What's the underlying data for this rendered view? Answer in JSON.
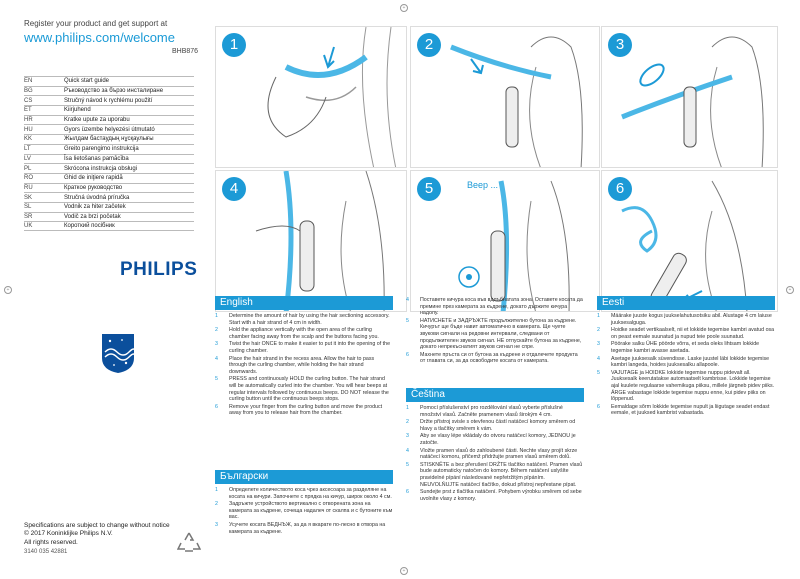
{
  "header": {
    "register": "Register your product and get support at",
    "url": "www.philips.com/welcome",
    "model": "BHB876"
  },
  "languages": [
    {
      "code": "EN",
      "title": "Quick start guide"
    },
    {
      "code": "BG",
      "title": "Ръководство за бързо инсталиране"
    },
    {
      "code": "CS",
      "title": "Stručný návod k rychlému použití"
    },
    {
      "code": "ET",
      "title": "Kiirjuhend"
    },
    {
      "code": "HR",
      "title": "Kratke upute za uporabu"
    },
    {
      "code": "HU",
      "title": "Gyors üzembe helyezési útmutató"
    },
    {
      "code": "KK",
      "title": "Жылдам бастаудың нұсқаулығы"
    },
    {
      "code": "LT",
      "title": "Greito parengimo instrukcija"
    },
    {
      "code": "LV",
      "title": "Īsa lietošanas pamācība"
    },
    {
      "code": "PL",
      "title": "Skrócona instrukcja obsługi"
    },
    {
      "code": "RO",
      "title": "Ghid de iniţiere rapidă"
    },
    {
      "code": "RU",
      "title": "Краткое руководство"
    },
    {
      "code": "SK",
      "title": "Stručná úvodná príručka"
    },
    {
      "code": "SL",
      "title": "Vodnik za hiter začetek"
    },
    {
      "code": "SR",
      "title": "Vodič za brzi početak"
    },
    {
      "code": "UK",
      "title": "Короткий посібник"
    }
  ],
  "brand": "PHILIPS",
  "footer": {
    "spec_line1": "Specifications are subject to change without notice",
    "spec_line2": "© 2017 Koninklijke Philips N.V.",
    "spec_line3": "All rights reserved.",
    "doc_code": "3140 035 42881"
  },
  "steps": [
    {
      "n": "1"
    },
    {
      "n": "2"
    },
    {
      "n": "3"
    },
    {
      "n": "4"
    },
    {
      "n": "5",
      "beep": "Beep ..."
    },
    {
      "n": "6"
    }
  ],
  "english": {
    "heading": "English",
    "items": [
      {
        "n": "1",
        "text": "Determine the amount of hair by using the hair sectioning accessory. Start with a hair strand of 4 cm in width."
      },
      {
        "n": "2",
        "text": "Hold the appliance vertically with the open area of the curling chamber facing away from the scalp and the buttons facing you."
      },
      {
        "n": "3",
        "text": "Twist the hair ONCE to make it easier to put it into the opening of the curling chamber."
      },
      {
        "n": "4",
        "text": "Place the hair strand in the recess area. Allow the hair to pass through the curling chamber, while holding the hair strand downwards."
      },
      {
        "n": "5",
        "text": "PRESS and continuously HOLD the curling button. The hair strand will be automatically curled into the chamber. You will hear beeps at regular intervals followed by continuous beeps. DO NOT release the curling button until the continuous beeps stops."
      },
      {
        "n": "6",
        "text": "Remove your finger from the curling button and move the product away from you to release hair from the chamber."
      }
    ]
  },
  "bulgarian": {
    "heading": "Български",
    "items": [
      {
        "n": "1",
        "text": "Определете количеството коса чрез аксесоара за разделяне на косата на кичури. Започнете с прядка на кичур, широк около 4 см."
      },
      {
        "n": "2",
        "text": "Задръжте устройството вертикално с отворената зона на камерата за къдрене, сочеща надалеч от скалпа и с бутоните към вас."
      },
      {
        "n": "3",
        "text": "Усучете косата ВЕДНЪЖ, за да я вкарате по-лесно в отвора на камерата за къдрене."
      },
      {
        "n": "4",
        "text": "Поставете кичура коса във вдлъбнатата зона. Оставете косата да премине през камерата за къдрене, докато държите кичура надолу."
      },
      {
        "n": "5",
        "text": "НАТИСНЕТЕ и ЗАДРЪЖТЕ продължително бутона за къдрене. Кичурът ще бъде навит автоматично в камерата. Ще чуете звукови сигнали на редовни интервали, следвани от продължителен звуков сигнал. НЕ отпускайте бутона за къдрене, докато непрекъснатият звуков сигнал не спре."
      },
      {
        "n": "6",
        "text": "Махнете пръста си от бутона за къдрене и отдалечете продукта от главата си, за да освободите косата от камерата."
      }
    ]
  },
  "czech": {
    "heading": "Čeština",
    "items": [
      {
        "n": "1",
        "text": "Pomocí příslušenství pro rozdělování vlasů vyberte příslušné množství vlasů. Začněte pramenem vlasů širokým 4 cm."
      },
      {
        "n": "2",
        "text": "Držte přístroj svisle s otevřenou částí natáčecí komory směrem od hlavy a tlačítky směrem k vám."
      },
      {
        "n": "3",
        "text": "Aby se vlasy lépe vkládaly do otvoru natáčecí komory, JEDNOU je zatočte."
      },
      {
        "n": "4",
        "text": "Vložte pramen vlasů do zahloubené části. Nechte vlasy projít skrze natáčecí komoru, přičemž přidržujte pramen vlasů směrem dolů."
      },
      {
        "n": "5",
        "text": "STISKNĚTE a bez přerušení DRŽTE tlačítko natáčení. Pramen vlasů bude automaticky natočen do komory. Během natáčení uslyšíte pravidelné pípání následované nepřetržitým pípáním. NEUVOLŇUJTE natáčecí tlačítko, dokud přístroj nepřestane pípat."
      },
      {
        "n": "6",
        "text": "Sundejte prst z tlačítka natáčení. Pohybem výrobku směrem od sebe uvolníte vlasy z komory."
      }
    ]
  },
  "estonian": {
    "heading": "Eesti",
    "items": [
      {
        "n": "1",
        "text": "Määrake juuste kogus juukselahutusotsiku abil. Alustage 4 cm laiuse juuksesalguga."
      },
      {
        "n": "2",
        "text": "Hoidke seadet vertikaalselt, nii et lokkide tegemise kambri avatud osa on peast eemale suunatud ja nupud teie poole suunatud."
      },
      {
        "n": "3",
        "text": "Pöörake salku ÜHE pöörde võrra, et seda oleks lihtsam lokkide tegemise kambri avasse asetada."
      },
      {
        "n": "4",
        "text": "Asetage juuksesalk süvendisse. Laske juustel läbi lokkide tegemise kambri langeda, hoides juuksesalku allapoole."
      },
      {
        "n": "5",
        "text": "VAJUTAGE ja HOIDKE lokkide tegemise nuppu pidevalt all. Juuksesalk keerutatakse automaatselt kambrisse. Lokkide tegemise ajal kuulete regulaarse vahemikuga piiksu, millele järgneb pidev piiks. ÄRGE vabastage lokkide tegemise nuppu enne, kui pidev piiks on lõppenud."
      },
      {
        "n": "6",
        "text": "Eemaldage sõrm lokkide tegemise nupult ja liigutage seadet endast eemale, et juuksed kambrist vabastada."
      }
    ]
  }
}
